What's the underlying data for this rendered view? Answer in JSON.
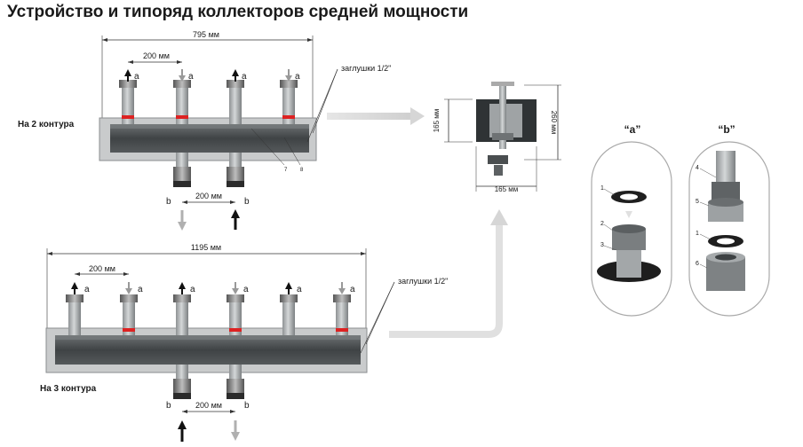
{
  "title": "Устройство и типоряд коллекторов средней мощности",
  "top": {
    "dim_total": "795 мм",
    "dim_pitch_top": "200 мм",
    "dim_pitch_bottom": "200 мм",
    "label_a": "a",
    "label_b": "b",
    "caps": "заглушки 1/2\"",
    "circuits": "На 2 контура",
    "callout_7": "7",
    "callout_8": "8"
  },
  "bottom": {
    "dim_total": "1195 мм",
    "dim_pitch_top": "200 мм",
    "dim_pitch_bottom": "200 мм",
    "label_a": "a",
    "label_b": "b",
    "caps": "заглушки 1/2\"",
    "circuits": "На 3 контура"
  },
  "section": {
    "dim_left": "165 мм",
    "dim_right": "260 мм",
    "dim_bottom": "165 мм"
  },
  "details": {
    "a_title": "“a”",
    "b_title": "“b”",
    "a_callouts": [
      "1",
      "2",
      "3"
    ],
    "b_callouts": [
      "4",
      "5",
      "1",
      "6"
    ]
  }
}
